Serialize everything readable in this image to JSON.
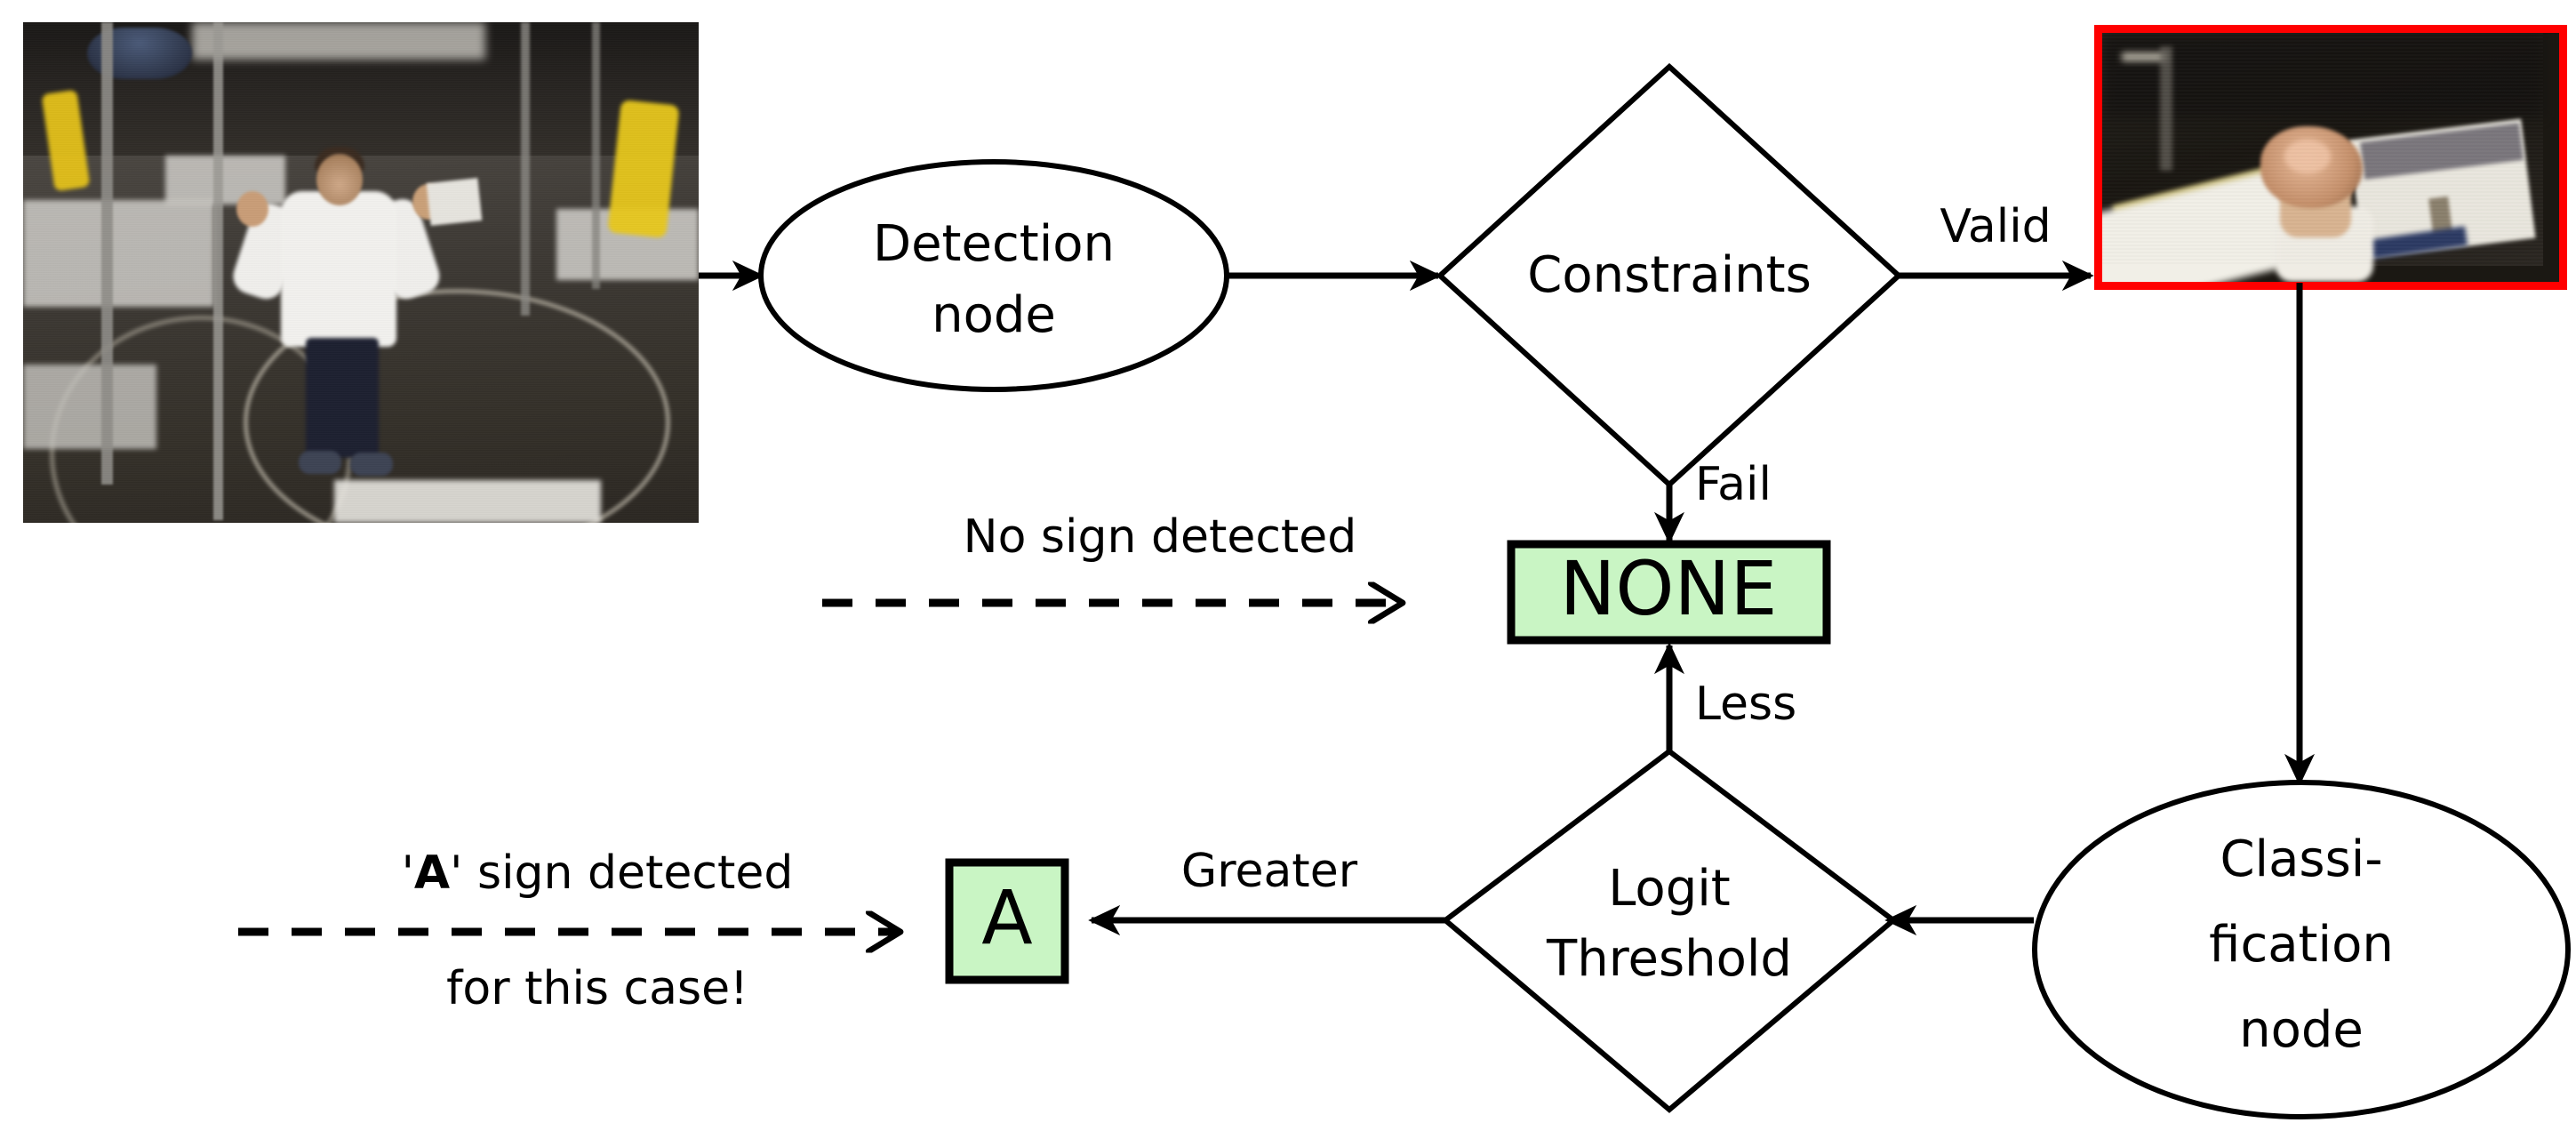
{
  "diagram": {
    "title": "Sign detection and classification pipeline",
    "background_color": "#ffffff",
    "line_color": "#000000",
    "accent_green": "#c9f5c4",
    "accent_red": "#ff0000"
  },
  "images": {
    "scene": {
      "name": "input-scene-photo",
      "alt": "Overhead lab view of a person standing inside a marked circle with both fists raised, robot arms and workbenches in background"
    },
    "crop": {
      "name": "detected-sign-crop",
      "alt": "Blurry zoomed crop of a raised fist next to a white panel, outlined with a red detection box",
      "border_color": "#ff0000"
    }
  },
  "nodes": {
    "detection": {
      "line1": "Detection",
      "line2": "node"
    },
    "constraints": {
      "label": "Constraints"
    },
    "none": {
      "label": "NONE",
      "fill": "#c9f5c4"
    },
    "logit": {
      "line1": "Logit",
      "line2": "Threshold"
    },
    "classification": {
      "line1": "Classi-",
      "line2": "fication",
      "line3": "node"
    },
    "result_a": {
      "label": "A",
      "fill": "#c9f5c4"
    }
  },
  "edge_labels": {
    "valid": "Valid",
    "fail": "Fail",
    "less": "Less",
    "greater": "Greater"
  },
  "annotations": {
    "no_sign": "No sign detected",
    "a_sign_prefix": "'",
    "a_sign_bold": "A",
    "a_sign_suffix": "' sign detected",
    "a_sign_line2": "for this case!"
  }
}
